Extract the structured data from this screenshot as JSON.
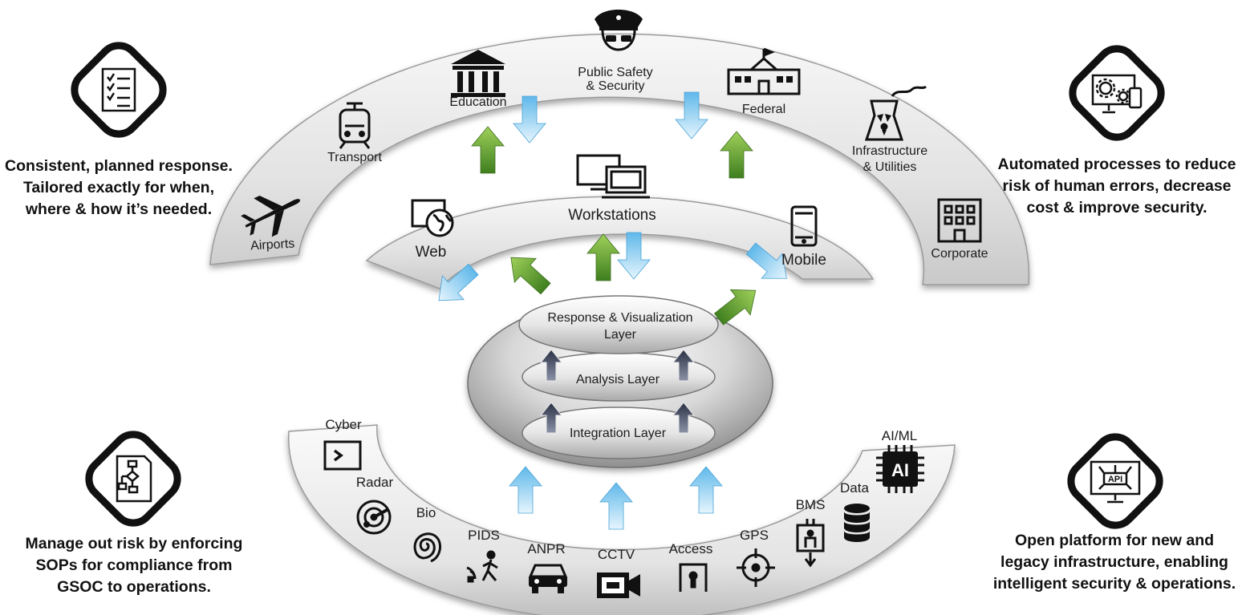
{
  "corners": {
    "top_left": {
      "lines": [
        "Consistent, planned response.",
        "Tailored exactly for when,",
        "where & how it’s needed."
      ],
      "icon": "checklist-icon"
    },
    "top_right": {
      "lines": [
        "Automated processes to reduce",
        "risk of human errors, decrease",
        "cost & improve security."
      ],
      "icon": "automation-gears-icon"
    },
    "bottom_left": {
      "lines": [
        "Manage out risk by enforcing",
        "SOPs for compliance from",
        "GSOC to operations."
      ],
      "icon": "flowchart-icon"
    },
    "bottom_right": {
      "lines": [
        "Open platform for new and",
        "legacy infrastructure, enabling",
        "intelligent security & operations."
      ],
      "icon": "api-monitor-icon"
    }
  },
  "outer_ring": {
    "airports": "Airports",
    "transport": "Transport",
    "education": "Education",
    "public_safety_1": "Public Safety",
    "public_safety_2": "& Security",
    "federal": "Federal",
    "infra_1": "Infrastructure",
    "infra_2": "& Utilities",
    "corporate": "Corporate"
  },
  "middle_ring": {
    "web": "Web",
    "workstations": "Workstations",
    "mobile": "Mobile"
  },
  "core": {
    "response_1": "Response & Visualization",
    "response_2": "Layer",
    "analysis": "Analysis Layer",
    "integration": "Integration Layer"
  },
  "sources": {
    "cyber": "Cyber",
    "radar": "Radar",
    "bio": "Bio",
    "pids": "PIDS",
    "anpr": "ANPR",
    "cctv": "CCTV",
    "access": "Access",
    "gps": "GPS",
    "bms": "BMS",
    "data": "Data",
    "aiml": "AI/ML",
    "ai_chip": "AI"
  },
  "colors": {
    "ring_fill": "#e6e6e6",
    "green_arrow": "#6aa533",
    "blue_arrow": "#7cc6ee",
    "dark_arrow": "#3b4256"
  }
}
